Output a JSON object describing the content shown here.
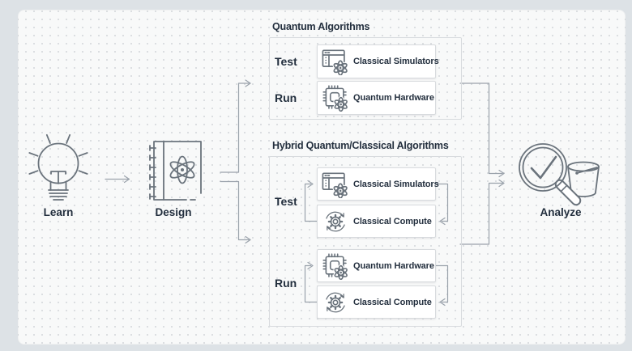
{
  "colors": {
    "page_bg": "#dde2e6",
    "card_bg": "#f8f9f9",
    "dot_grid": "#d9dcdf",
    "text": "#232f3e",
    "icon_stroke": "#6a737c",
    "connector": "#9aa2ab",
    "box_border": "#d8dbde",
    "box_bg": "#ffffff"
  },
  "stages": {
    "learn": {
      "label": "Learn",
      "icon": "lightbulb-icon"
    },
    "design": {
      "label": "Design",
      "icon": "notebook-atom-icon"
    },
    "analyze": {
      "label": "Analyze",
      "icon": "magnifier-check-bucket-icon"
    }
  },
  "sections": [
    {
      "title": "Quantum Algorithms",
      "rows": [
        {
          "label": "Test",
          "boxes": [
            {
              "label": "Classical Simulators",
              "icon": "classical-simulators-icon"
            }
          ]
        },
        {
          "label": "Run",
          "boxes": [
            {
              "label": "Quantum Hardware",
              "icon": "quantum-hardware-icon"
            }
          ]
        }
      ]
    },
    {
      "title": "Hybrid Quantum/Classical Algorithms",
      "rows": [
        {
          "label": "Test",
          "boxes": [
            {
              "label": "Classical Simulators",
              "icon": "classical-simulators-icon"
            },
            {
              "label": "Classical Compute",
              "icon": "classical-compute-icon"
            }
          ]
        },
        {
          "label": "Run",
          "boxes": [
            {
              "label": "Quantum Hardware",
              "icon": "quantum-hardware-icon"
            },
            {
              "label": "Classical Compute",
              "icon": "classical-compute-icon"
            }
          ]
        }
      ]
    }
  ]
}
